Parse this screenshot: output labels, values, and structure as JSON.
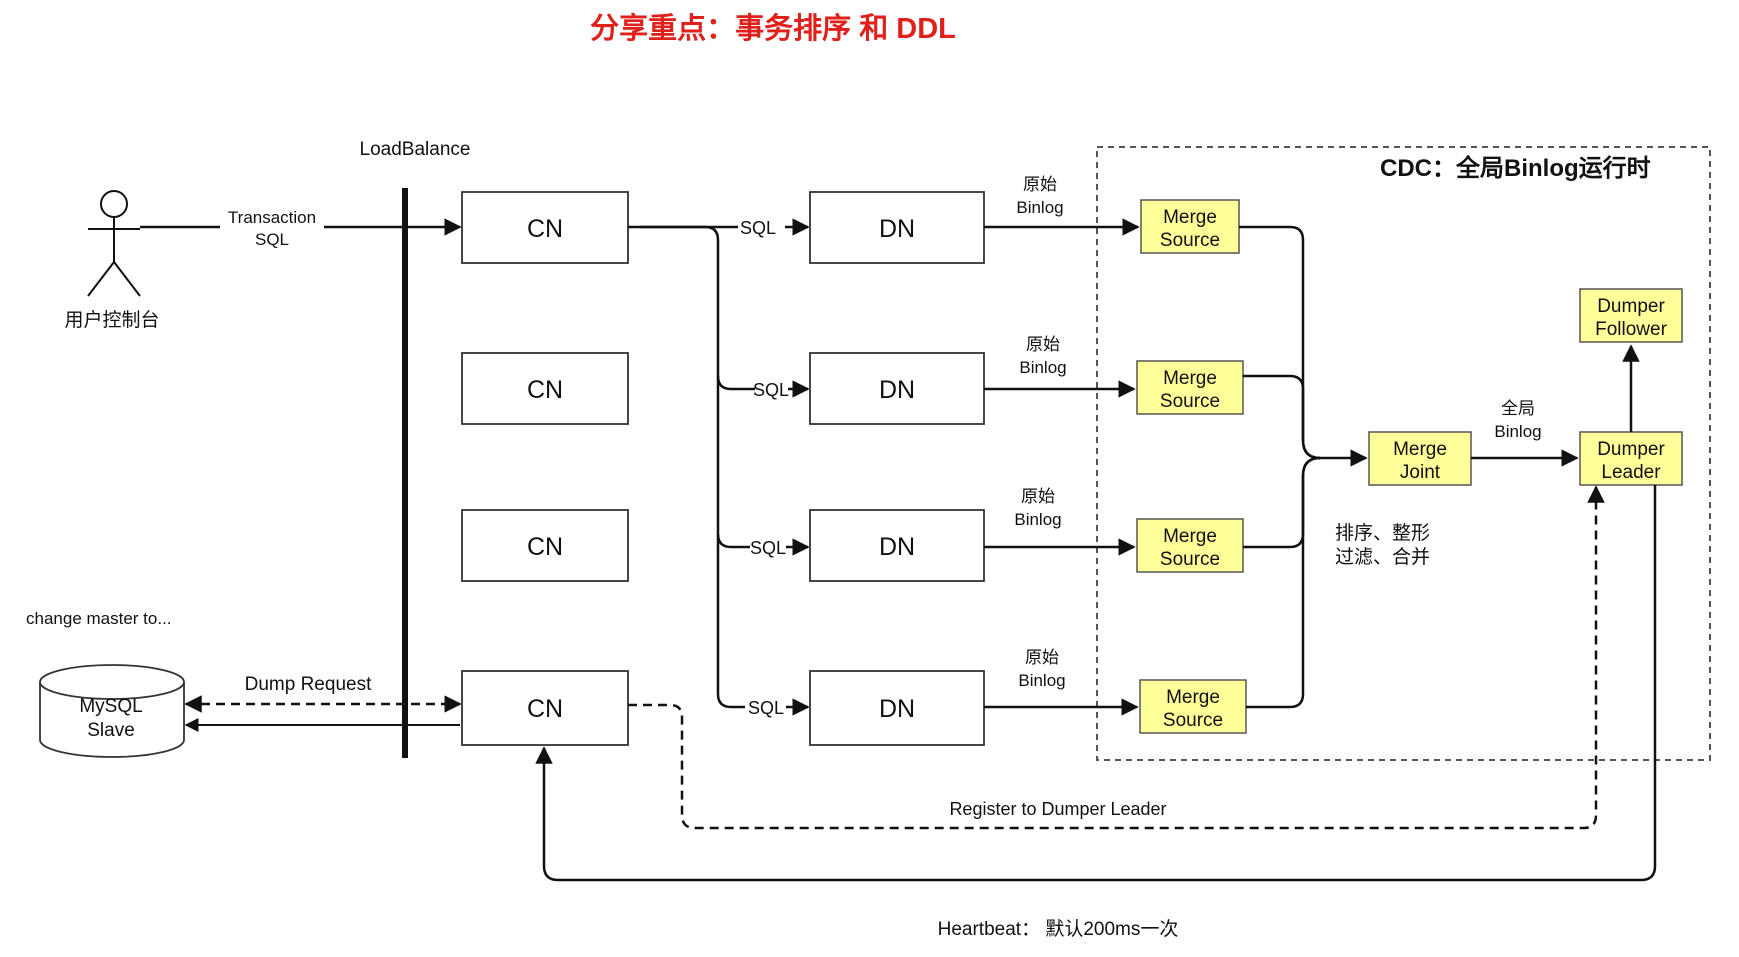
{
  "title": "分享重点：事务排序 和 DDL",
  "colors": {
    "title": "#e0201b",
    "highlight_fill": "#ffff99",
    "highlight_stroke": "#555555",
    "line": "#111111"
  },
  "actor": {
    "label": "用户控制台",
    "request_label_line1": "Transaction",
    "request_label_line2": "SQL"
  },
  "loadbalance": {
    "label": "LoadBalance"
  },
  "cn_nodes": [
    "CN",
    "CN",
    "CN",
    "CN"
  ],
  "dn_nodes": [
    "DN",
    "DN",
    "DN",
    "DN"
  ],
  "sql_label": "SQL",
  "raw_binlog": {
    "line1": "原始",
    "line2": "Binlog"
  },
  "cdc": {
    "title": "CDC：全局Binlog运行时",
    "merge_source": {
      "line1": "Merge",
      "line2": "Source"
    },
    "merge_joint": {
      "line1": "Merge",
      "line2": "Joint"
    },
    "dumper_leader": {
      "line1": "Dumper",
      "line2": "Leader"
    },
    "dumper_follower": {
      "line1": "Dumper",
      "line2": "Follower"
    },
    "global_binlog": {
      "line1": "全局",
      "line2": "Binlog"
    },
    "ops": {
      "line1": "排序、整形",
      "line2": "过滤、合并"
    }
  },
  "mysql": {
    "note": "change master to...",
    "line1": "MySQL",
    "line2": "Slave",
    "dump_request": "Dump Request"
  },
  "register_label": "Register to Dumper Leader",
  "heartbeat_label": "Heartbeat： 默认200ms一次"
}
